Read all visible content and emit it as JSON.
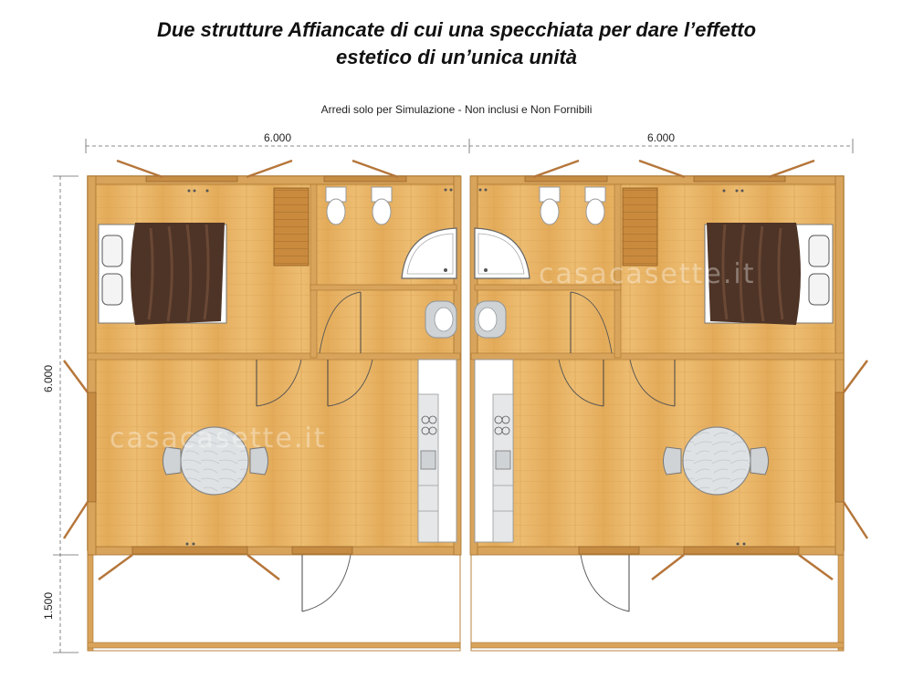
{
  "title_line1": "Due strutture Affiancate di cui una specchiata per dare l’effetto",
  "title_line2": "estetico di un’unica unità",
  "subtitle": "Arredi solo per Simulazione - Non inclusi e Non Fornibili",
  "dimensions": {
    "width_left": "6.000",
    "width_right": "6.000",
    "depth_main": "6.000",
    "depth_porch": "1.500"
  },
  "watermark": "casacasette.it",
  "colors": {
    "wood_floor": "#e8b566",
    "wall": "#d8a45c",
    "wall_stroke": "#a8742e",
    "bed_cover": "#4e3426",
    "porch_deck": "#ffffff"
  }
}
